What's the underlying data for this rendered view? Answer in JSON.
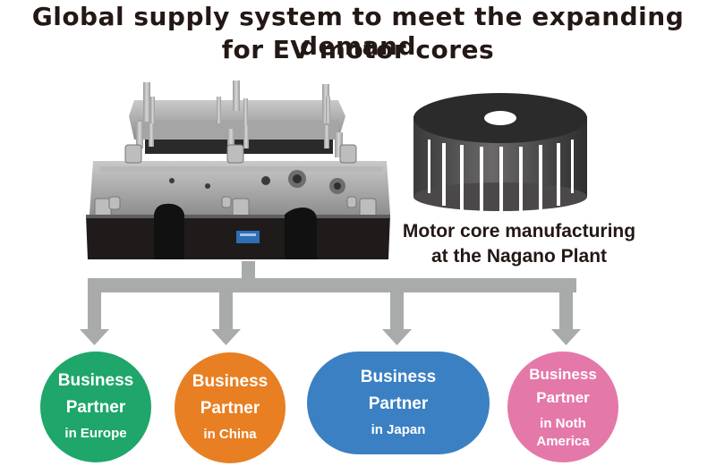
{
  "title": {
    "line1": "Global supply system to meet the expanding demand",
    "line2": "for EV motor cores"
  },
  "images": {
    "die": "progressive-stamping-die-photo",
    "core": "ev-motor-core-photo"
  },
  "caption": {
    "line1": "Motor core manufacturing",
    "line2": "at the Nagano Plant"
  },
  "connector": {
    "color": "#a9aaaa",
    "targets": [
      "europe",
      "china",
      "japan",
      "north-america"
    ]
  },
  "partners": [
    {
      "id": "europe",
      "line1": "Business",
      "line2": "Partner",
      "region": "in Europe",
      "color": "#1fa66a"
    },
    {
      "id": "china",
      "line1": "Business",
      "line2": "Partner",
      "region": "in China",
      "color": "#e87f23"
    },
    {
      "id": "japan",
      "line1": "Business",
      "line2": "Partner",
      "region": "in Japan",
      "color": "#3b80c3"
    },
    {
      "id": "north-america",
      "line1": "Business",
      "line2": "Partner",
      "region": "in Noth",
      "region2": "America",
      "color": "#e478a9"
    }
  ]
}
